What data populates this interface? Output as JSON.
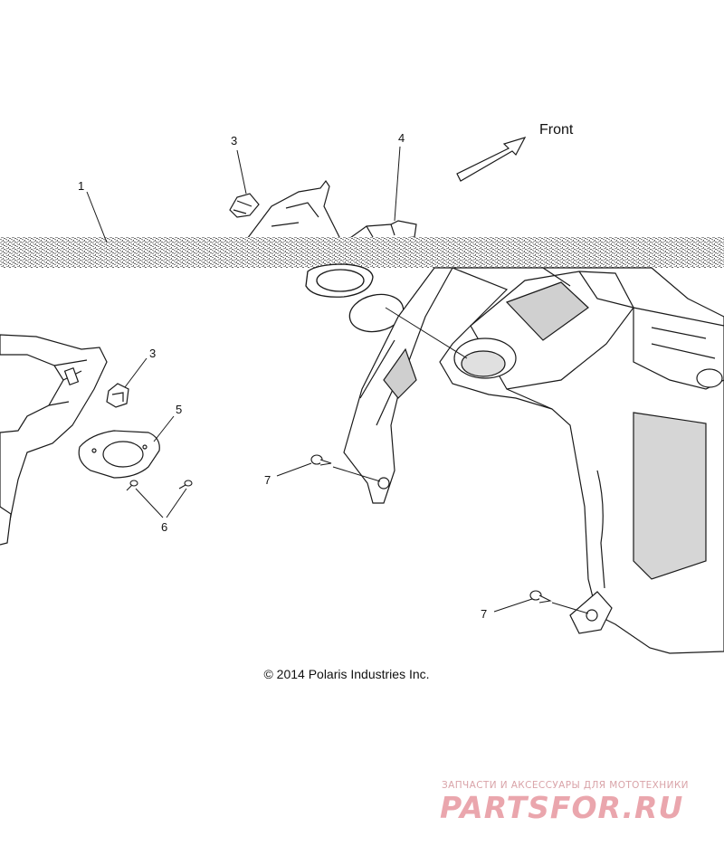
{
  "diagram": {
    "orientation_label": "Front",
    "callouts": [
      {
        "id": "callout-1",
        "text": "1"
      },
      {
        "id": "callout-3-top",
        "text": "3"
      },
      {
        "id": "callout-4",
        "text": "4"
      },
      {
        "id": "callout-3-mid",
        "text": "3"
      },
      {
        "id": "callout-5",
        "text": "5"
      },
      {
        "id": "callout-6",
        "text": "6"
      },
      {
        "id": "callout-7-mid",
        "text": "7"
      },
      {
        "id": "callout-7-bottom",
        "text": "7"
      }
    ],
    "copyright": "© 2014 Polaris Industries Inc."
  },
  "watermark": {
    "tagline": "ЗАПЧАСТИ И АКСЕССУАРЫ ДЛЯ МОТОТЕХНИКИ",
    "logo": "PARTSFOR.RU"
  },
  "colors": {
    "line": "#1a1a1a",
    "panel_fill": "#ffffff",
    "shade": "#c8c8c8",
    "watermark": "#e7a3aa"
  }
}
